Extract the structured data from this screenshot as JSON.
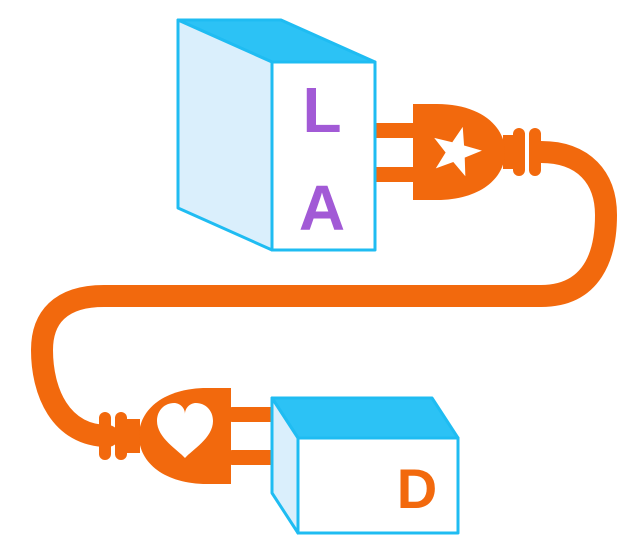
{
  "colors": {
    "cyan": "#2cc2f5",
    "light_blue": "#daeffc",
    "outline_cyan": "#1fbcf2",
    "orange": "#f2690d",
    "purple": "#a25ad6",
    "white": "#ffffff"
  },
  "top_box": {
    "letters": {
      "first": "L",
      "second": "A"
    }
  },
  "bottom_box": {
    "letter": "D"
  },
  "icons": {
    "top_plug_symbol": "star-icon",
    "bottom_plug_symbol": "heart-icon"
  }
}
